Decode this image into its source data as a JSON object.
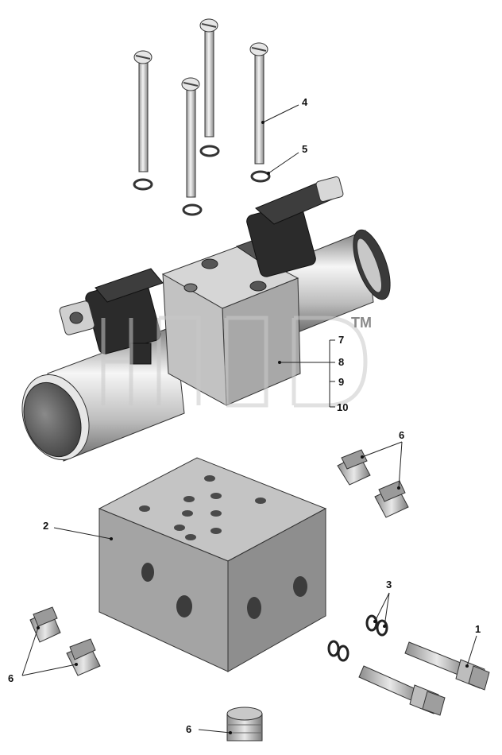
{
  "callouts": {
    "c1": "1",
    "c2": "2",
    "c3": "3",
    "c4": "4",
    "c5": "5",
    "c6a": "6",
    "c6b": "6",
    "c6c": "6",
    "c7": "7",
    "c8": "8",
    "c9": "9",
    "c10": "10"
  },
  "watermark": {
    "trademark": "TM"
  },
  "colors": {
    "line": "#222222",
    "metal_light": "#f2f2f2",
    "metal_mid": "#b5b5b5",
    "metal_dark": "#6e6e6e",
    "solenoid": "#2a2a2a",
    "block_top": "#c6c6c6",
    "block_front": "#a6a6a6",
    "block_side": "#8d8d8d"
  }
}
